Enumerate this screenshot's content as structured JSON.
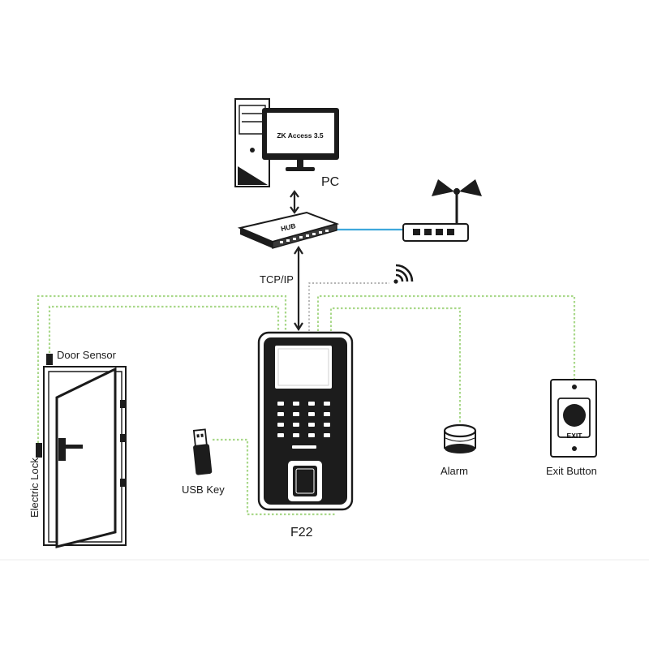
{
  "labels": {
    "pc_screen_text": "ZK Access 3.5",
    "pc": "PC",
    "tcp_ip": "TCP/IP",
    "door_sensor": "Door Sensor",
    "electric_lock": "Electric Lock",
    "usb_key": "USB Key",
    "device_model": "F22",
    "alarm": "Alarm",
    "exit_button": "Exit Button",
    "exit_plate_text": "EXIT",
    "switch_brand": "HUB"
  },
  "colors": {
    "green_wire": "#a9d88a",
    "network_cable": "#3fa8dc",
    "dotted_wire": "#9a9a9a",
    "ink": "#1a1a1a"
  },
  "icons": [
    "pc-tower-icon",
    "monitor-icon",
    "network-switch-icon",
    "wifi-router-icon",
    "wifi-signal-icon",
    "door-icon",
    "usb-key-icon",
    "f22-device-icon",
    "alarm-icon",
    "exit-button-icon"
  ]
}
